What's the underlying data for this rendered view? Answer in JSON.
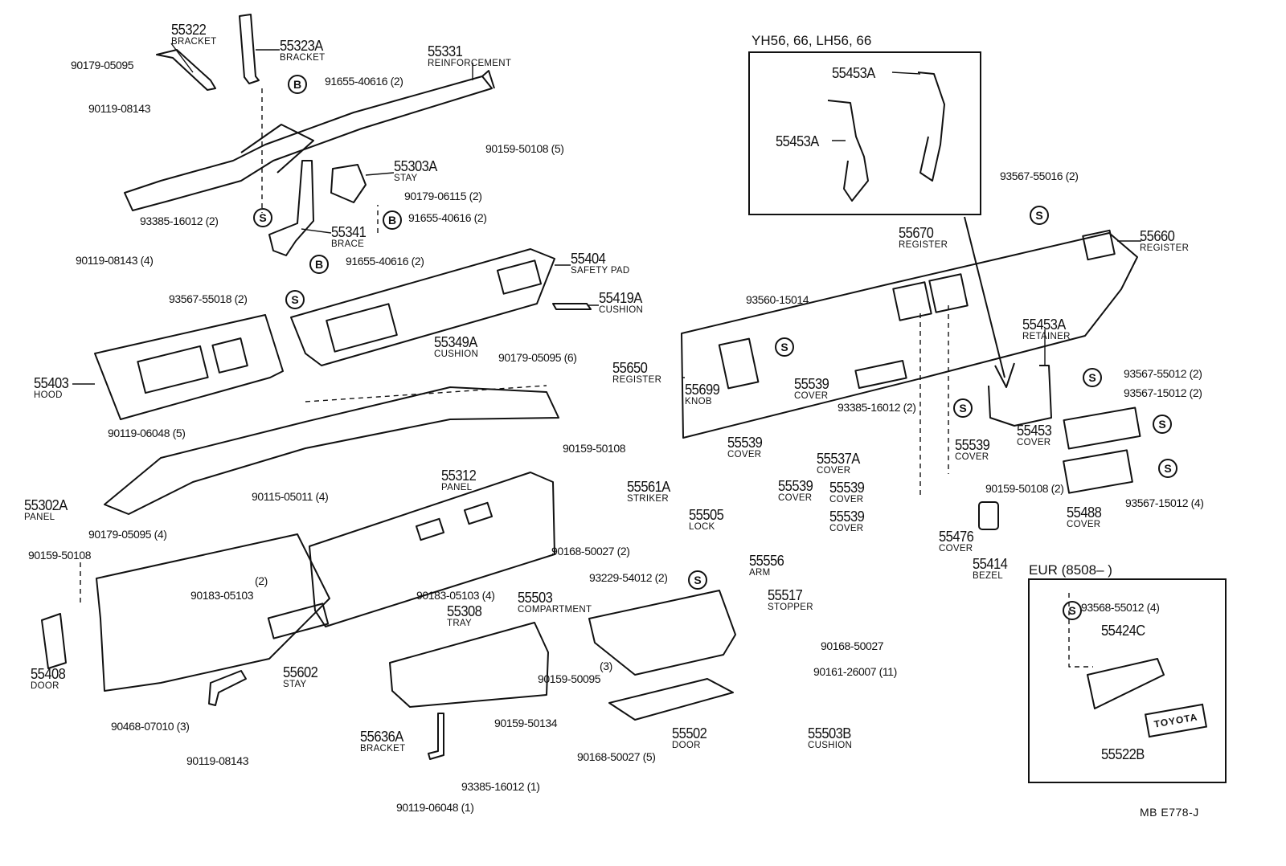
{
  "callouts": [
    {
      "part": "55322",
      "name": "BRACKET"
    },
    {
      "part": "55323A",
      "name": "BRACKET"
    },
    {
      "part": "55331",
      "name": "REINFORCEMENT"
    },
    {
      "part": "55303A",
      "name": "STAY"
    },
    {
      "part": "55341",
      "name": "BRACE"
    },
    {
      "part": "55404",
      "name": "SAFETY PAD"
    },
    {
      "part": "55419A",
      "name": "CUSHION"
    },
    {
      "part": "55349A",
      "name": "CUSHION"
    },
    {
      "part": "55403",
      "name": "HOOD"
    },
    {
      "part": "55650",
      "name": "REGISTER"
    },
    {
      "part": "55699",
      "name": "KNOB"
    },
    {
      "part": "55670",
      "name": "REGISTER"
    },
    {
      "part": "55660",
      "name": "REGISTER"
    },
    {
      "part": "55453A",
      "name": "RETAINER"
    },
    {
      "part": "55539",
      "name": "COVER"
    },
    {
      "part": "55539",
      "name": "COVER"
    },
    {
      "part": "55537A",
      "name": "COVER"
    },
    {
      "part": "55539",
      "name": "COVER"
    },
    {
      "part": "55539",
      "name": "COVER"
    },
    {
      "part": "55539",
      "name": "COVER"
    },
    {
      "part": "55539",
      "name": "COVER"
    },
    {
      "part": "55453",
      "name": "COVER"
    },
    {
      "part": "55488",
      "name": "COVER"
    },
    {
      "part": "55476",
      "name": "COVER"
    },
    {
      "part": "55414",
      "name": "BEZEL"
    },
    {
      "part": "55302A",
      "name": "PANEL"
    },
    {
      "part": "55312",
      "name": "PANEL"
    },
    {
      "part": "55561A",
      "name": "STRIKER"
    },
    {
      "part": "55505",
      "name": "LOCK"
    },
    {
      "part": "55408",
      "name": "DOOR"
    },
    {
      "part": "55602",
      "name": "STAY"
    },
    {
      "part": "55503",
      "name": "COMPARTMENT"
    },
    {
      "part": "55308",
      "name": "TRAY"
    },
    {
      "part": "55556",
      "name": "ARM"
    },
    {
      "part": "55517",
      "name": "STOPPER"
    },
    {
      "part": "55636A",
      "name": "BRACKET"
    },
    {
      "part": "55502",
      "name": "DOOR"
    },
    {
      "part": "55503B",
      "name": "CUSHION"
    },
    {
      "part": "55424C",
      "name": ""
    },
    {
      "part": "55522B",
      "name": ""
    },
    {
      "part": "55453A",
      "name": ""
    },
    {
      "part": "55453A",
      "name": ""
    }
  ],
  "fasteners": [
    {
      "text": "90179-05095"
    },
    {
      "text": "90119-08143"
    },
    {
      "text": "91655-40616 (2)",
      "marker": "B"
    },
    {
      "text": "90159-50108 (5)"
    },
    {
      "text": "90179-06115 (2)"
    },
    {
      "text": "93385-16012 (2)",
      "marker": "S"
    },
    {
      "text": "91655-40616 (2)",
      "marker": "B"
    },
    {
      "text": "90119-08143 (4)"
    },
    {
      "text": "91655-40616 (2)",
      "marker": "B"
    },
    {
      "text": "93567-55018 (2)",
      "marker": "S"
    },
    {
      "text": "90179-05095 (6)"
    },
    {
      "text": "90119-06048 (5)"
    },
    {
      "text": "90159-50108"
    },
    {
      "text": "90115-05011 (4)"
    },
    {
      "text": "90179-05095 (4)"
    },
    {
      "text": "90159-50108"
    },
    {
      "text": "(2)"
    },
    {
      "text": "90183-05103"
    },
    {
      "text": "90183-05103 (4)"
    },
    {
      "text": "90168-50027 (2)"
    },
    {
      "text": "93229-54012 (2)",
      "marker": "S"
    },
    {
      "text": "90168-50027"
    },
    {
      "text": "90161-26007 (11)"
    },
    {
      "text": "(3)"
    },
    {
      "text": "90159-50095"
    },
    {
      "text": "90159-50134"
    },
    {
      "text": "90468-07010 (3)"
    },
    {
      "text": "90119-08143"
    },
    {
      "text": "93385-16012 (1)"
    },
    {
      "text": "90119-06048 (1)"
    },
    {
      "text": "90168-50027 (5)"
    },
    {
      "text": "93560-15014",
      "marker": "S"
    },
    {
      "text": "93385-16012 (2)",
      "marker": "S"
    },
    {
      "text": "93567-55016 (2)",
      "marker": "S"
    },
    {
      "text": "93567-55012 (2)",
      "marker": "S"
    },
    {
      "text": "93567-15012 (2)",
      "marker": "S"
    },
    {
      "text": "90159-50108 (2)"
    },
    {
      "text": "93567-15012 (4)",
      "marker": "S"
    },
    {
      "text": "93568-55012 (4)",
      "marker": "S"
    }
  ],
  "insets": {
    "yh_title": "YH56, 66, LH56, 66",
    "eur_title": "EUR (8508–        )"
  },
  "badge_text": "TOYOTA",
  "diagram_code": "MB  E778-J"
}
